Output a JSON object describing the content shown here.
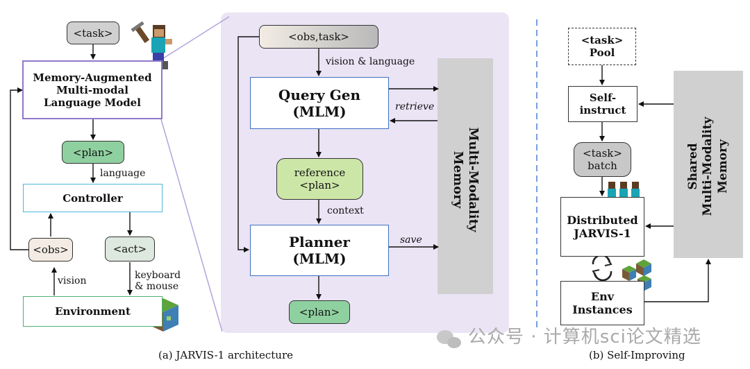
{
  "left": {
    "task": "<task>",
    "mlm": "Memory-Augmented\nMulti-modal\nLanguage Model",
    "plan": "<plan>",
    "language": "language",
    "controller": "Controller",
    "obs": "<obs>",
    "act": "<act>",
    "vision": "vision",
    "keyboard_mouse": "keyboard\n& mouse",
    "environment": "Environment",
    "caption": "(a) JARVIS-1 architecture"
  },
  "middle": {
    "obs_task": "<obs,task>",
    "vision_language": "vision & language",
    "query_gen": "Query Gen\n(MLM)",
    "retrieve": "retrieve",
    "reference_plan": "reference\n<plan>",
    "context": "context",
    "planner": "Planner\n(MLM)",
    "save": "save",
    "plan": "<plan>",
    "memory": "Multi-Modality\nMemory"
  },
  "right": {
    "task_pool": "<task>\nPool",
    "self_instruct": "Self-\ninstruct",
    "task_batch": "<task>\nbatch",
    "distributed": "Distributed\nJARVIS-1",
    "env_instances": "Env\nInstances",
    "shared_memory": "Shared\nMulti-Modality\nMemory",
    "caption": "(b) Self-Improving"
  },
  "watermark": "公众号 · 计算机sci论文精选",
  "colors": {
    "purple_border": "#8f78c9",
    "purple_panel": "#eae4f5",
    "green_fill": "#8fd0a0",
    "light_green_fill": "#cce6a8",
    "gray_fill": "#d0d0d0",
    "cyan_border": "#4ab8d8",
    "green_border": "#4caf73",
    "blue_border": "#3f6fc2",
    "dash_blue": "#4a7fd0"
  }
}
